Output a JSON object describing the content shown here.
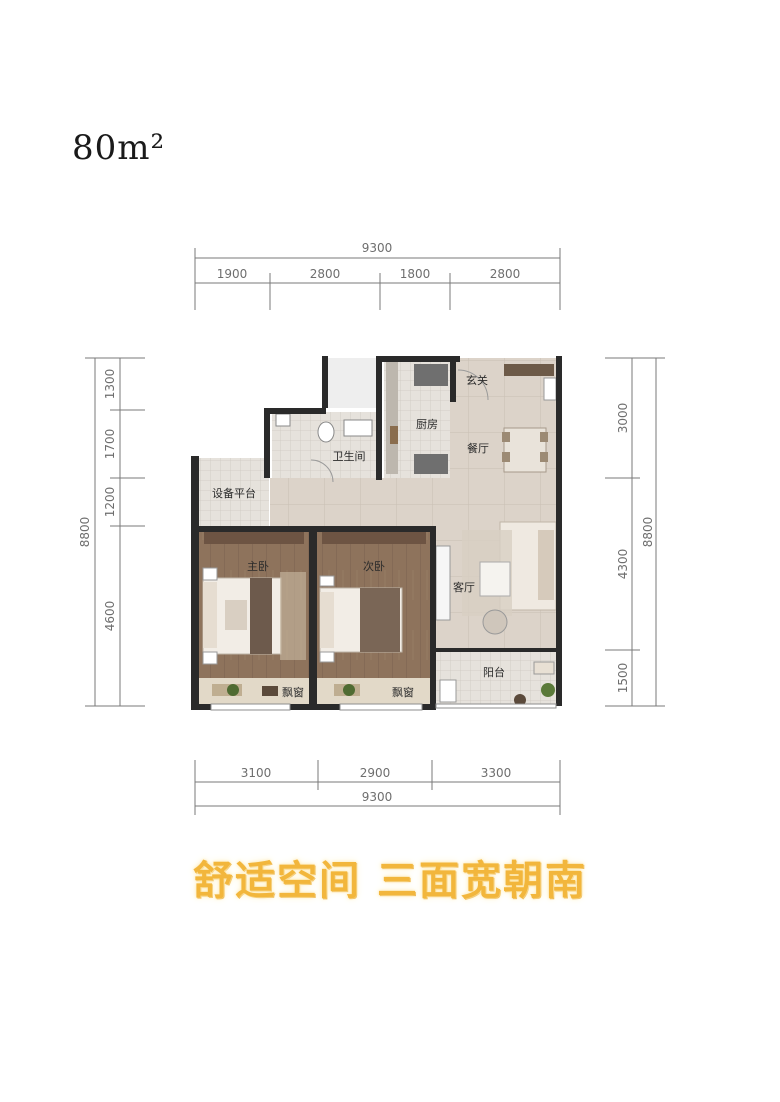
{
  "area_title": "80m²",
  "slogan": "舒适空间 三面宽朝南",
  "dimensions": {
    "top_total": "9300",
    "top_segments": [
      "1900",
      "2800",
      "1800",
      "2800"
    ],
    "bottom_segments": [
      "3100",
      "2900",
      "3300"
    ],
    "bottom_total": "9300",
    "left_segments": [
      "1300",
      "1700",
      "1200",
      "4600"
    ],
    "left_total": "8800",
    "right_segments": [
      "3000",
      "4300",
      "1500"
    ],
    "right_total": "8800"
  },
  "rooms": {
    "entry": "玄关",
    "kitchen": "厨房",
    "dining": "餐厅",
    "bathroom": "卫生间",
    "equipment": "设备平台",
    "master_bedroom": "主卧",
    "second_bedroom": "次卧",
    "living": "客厅",
    "balcony": "阳台",
    "bay_window_1": "飘窗",
    "bay_window_2": "飘窗"
  },
  "colors": {
    "wall": "#2a2a2a",
    "floor_tile": "#dcd3c9",
    "wood_floor": "#8a6f58",
    "slogan": "#f2b63c"
  }
}
